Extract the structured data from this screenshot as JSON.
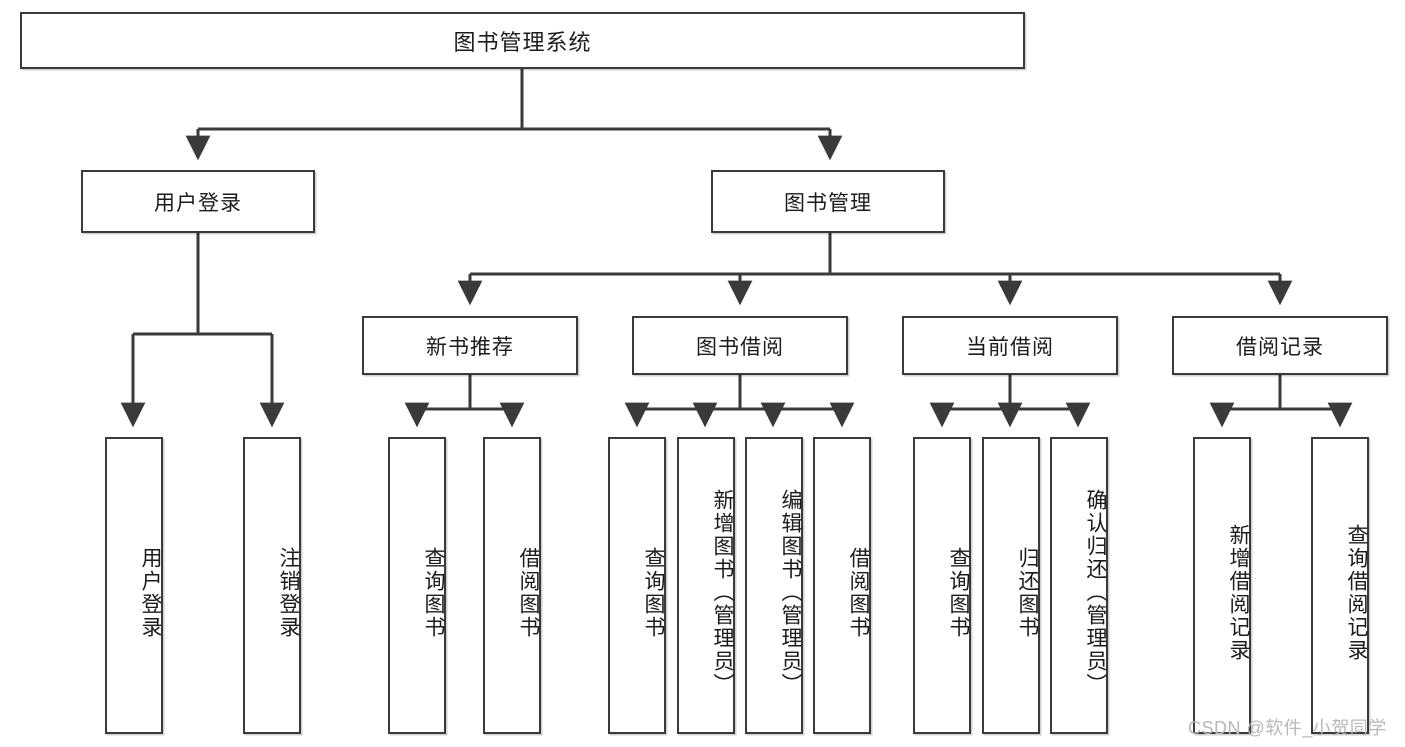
{
  "diagram": {
    "type": "tree-hierarchy-flowchart",
    "title": "图书管理系统",
    "levels": {
      "root": {
        "label": "图书管理系统"
      },
      "level2": [
        {
          "id": "user-login",
          "label": "用户登录"
        },
        {
          "id": "book-management",
          "label": "图书管理"
        }
      ],
      "level3": [
        {
          "id": "new-book-recommend",
          "label": "新书推荐",
          "parent": "book-management"
        },
        {
          "id": "book-borrow",
          "label": "图书借阅",
          "parent": "book-management"
        },
        {
          "id": "current-borrow",
          "label": "当前借阅",
          "parent": "book-management"
        },
        {
          "id": "borrow-record",
          "label": "借阅记录",
          "parent": "book-management"
        }
      ],
      "leaves": [
        {
          "id": "leaf-user-login",
          "label": "用户登录",
          "parent": "user-login"
        },
        {
          "id": "leaf-logout-login",
          "label": "注销登录",
          "parent": "user-login"
        },
        {
          "id": "leaf-query-book-1",
          "label": "查询图书",
          "parent": "new-book-recommend"
        },
        {
          "id": "leaf-borrow-book-1",
          "label": "借阅图书",
          "parent": "new-book-recommend"
        },
        {
          "id": "leaf-query-book-2",
          "label": "查询图书",
          "parent": "book-borrow"
        },
        {
          "id": "leaf-add-book",
          "label": "新增图书（管理员）",
          "parent": "book-borrow"
        },
        {
          "id": "leaf-edit-book",
          "label": "编辑图书（管理员）",
          "parent": "book-borrow"
        },
        {
          "id": "leaf-borrow-book-2",
          "label": "借阅图书",
          "parent": "book-borrow"
        },
        {
          "id": "leaf-query-book-3",
          "label": "查询图书",
          "parent": "current-borrow"
        },
        {
          "id": "leaf-return-book",
          "label": "归还图书",
          "parent": "current-borrow"
        },
        {
          "id": "leaf-confirm-return",
          "label": "确认归还（管理员）",
          "parent": "current-borrow"
        },
        {
          "id": "leaf-add-record",
          "label": "新增借阅记录",
          "parent": "borrow-record"
        },
        {
          "id": "leaf-query-record",
          "label": "查询借阅记录",
          "parent": "borrow-record"
        }
      ]
    },
    "watermark": "CSDN @软件_小贺同学",
    "colors": {
      "stroke": "#3a3a3a",
      "fill": "#ffffff",
      "text": "#1b1b1b",
      "watermark": "#b9b9b9"
    }
  }
}
